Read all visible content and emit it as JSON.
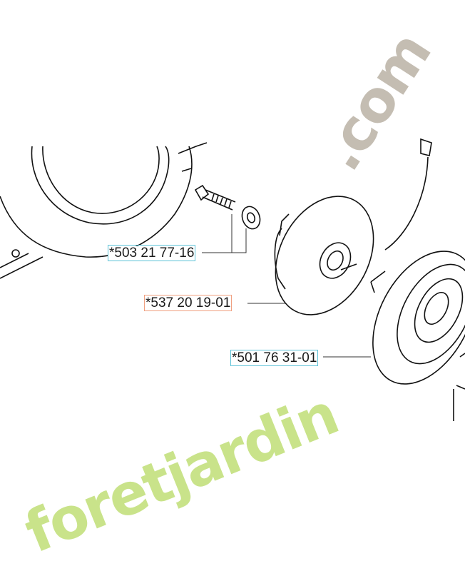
{
  "diagram": {
    "parts": [
      {
        "label": "*503 21 77-16",
        "box_color": "#5ec3d8"
      },
      {
        "label": "*537 20 19-01",
        "box_color": "#f0a080"
      },
      {
        "label": "*501 76 31-01",
        "box_color": "#5ec3d8"
      }
    ],
    "watermark": {
      "text_main": "foretjardin",
      "text_suffix": ".com",
      "colors": [
        "#b9d96a",
        "#f7b46a",
        "#b8b0a4"
      ]
    }
  }
}
